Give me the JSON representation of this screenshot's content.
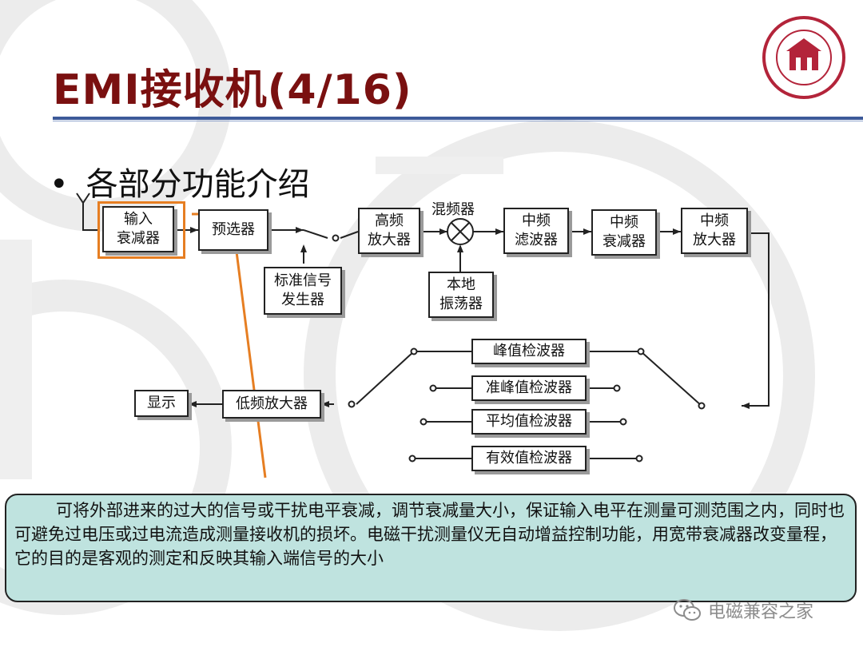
{
  "slide": {
    "title": "EMI接收机(4/16)",
    "bullet": "各部分功能介绍",
    "logo_icon": "university-seal-icon",
    "colors": {
      "title": "#7a1010",
      "rule": "#3d5a99",
      "highlight": "#e67e22",
      "callout_bg": "#bfe3df"
    }
  },
  "diagram": {
    "blocks": {
      "input_attenuator": "输入\n衰减器",
      "preselector": "预选器",
      "std_signal_gen": "标准信号\n发生器",
      "rf_amp": "高频\n放大器",
      "mixer": "混频器",
      "local_osc": "本地\n振荡器",
      "if_filter": "中频\n滤波器",
      "if_attenuator": "中频\n衰减器",
      "if_amp": "中频\n放大器",
      "peak_detector": "峰值检波器",
      "quasi_peak_detector": "准峰值检波器",
      "average_detector": "平均值检波器",
      "rms_detector": "有效值检波器",
      "lf_amp": "低频放大器",
      "display": "显示"
    }
  },
  "callout": {
    "text": "可将外部进来的过大的信号或干扰电平衰减，调节衰减量大小，保证输入电平在测量可测范围之内，同时也可避免过电压或过电流造成测量接收机的损坏。电磁干扰测量仪无自动增益控制功能，用宽带衰减器改变量程，它的目的是客观的测定和反映其输入端信号的大小"
  },
  "watermark": {
    "text": "电磁兼容之家",
    "icon": "wechat-icon"
  }
}
